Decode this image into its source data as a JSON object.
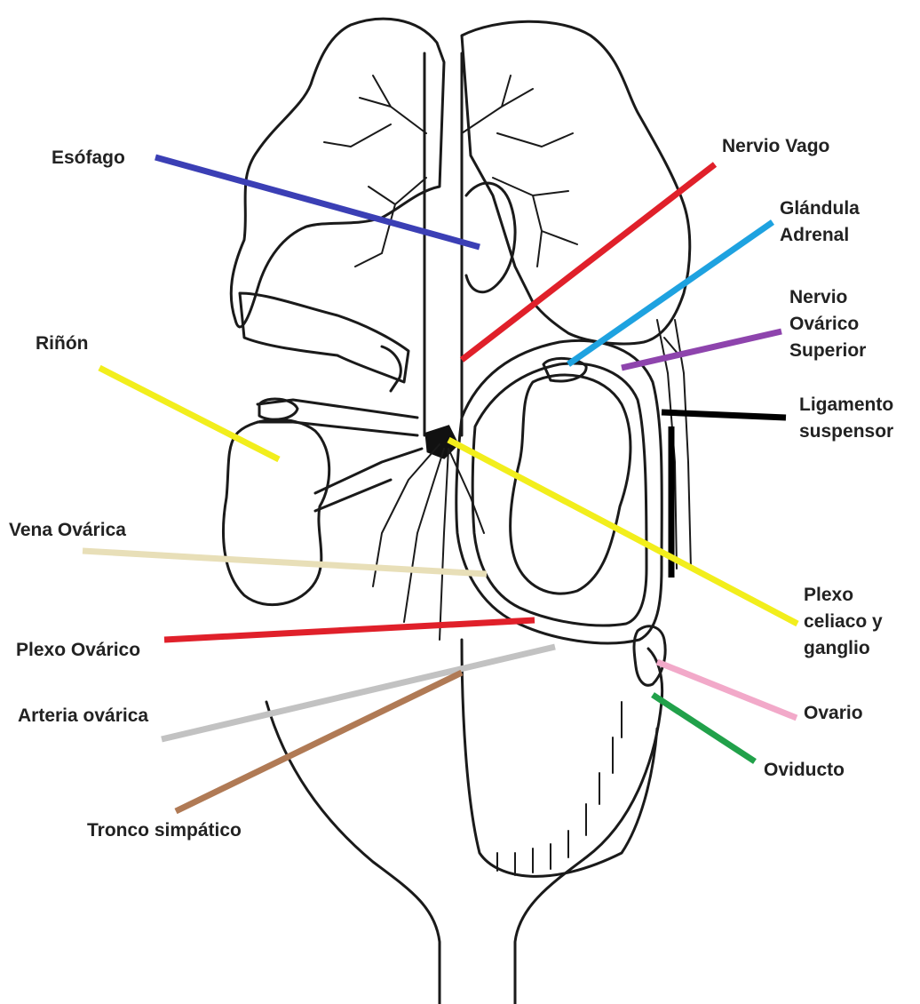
{
  "labels": {
    "esofago": "Esófago",
    "nervio_vago": "Nervio Vago",
    "glandula_adrenal_1": "Glándula",
    "glandula_adrenal_2": "Adrenal",
    "nervio_ovarico_1": "Nervio",
    "nervio_ovarico_2": "Ovárico",
    "nervio_ovarico_3": "Superior",
    "rinon": "Riñón",
    "ligamento_1": "Ligamento",
    "ligamento_2": "suspensor",
    "vena_ovarica": "Vena Ovárica",
    "plexo_celiaco_1": "Plexo",
    "plexo_celiaco_2": "celiaco y",
    "plexo_celiaco_3": "ganglio",
    "plexo_ovarico": "Plexo Ovárico",
    "arteria_ovarica": "Arteria ovárica",
    "ovario": "Ovario",
    "oviducto": "Oviducto",
    "tronco_simpatico": "Tronco simpático"
  },
  "leader_colors": {
    "esofago": "#3b3fb5",
    "nervio_vago": "#e0202a",
    "glandula_adrenal": "#1ea2e0",
    "nervio_ovarico_superior": "#8e44ad",
    "rinon": "#f2ee1c",
    "ligamento_suspensor": "#000000",
    "vena_ovarica": "#e8dfb8",
    "plexo_celiaco": "#f2ee1c",
    "plexo_ovarico": "#e0202a",
    "arteria_ovarica": "#c2c2c2",
    "ovario": "#f2a9c9",
    "oviducto": "#21a14a",
    "tronco_simpatico": "#b07a55"
  }
}
